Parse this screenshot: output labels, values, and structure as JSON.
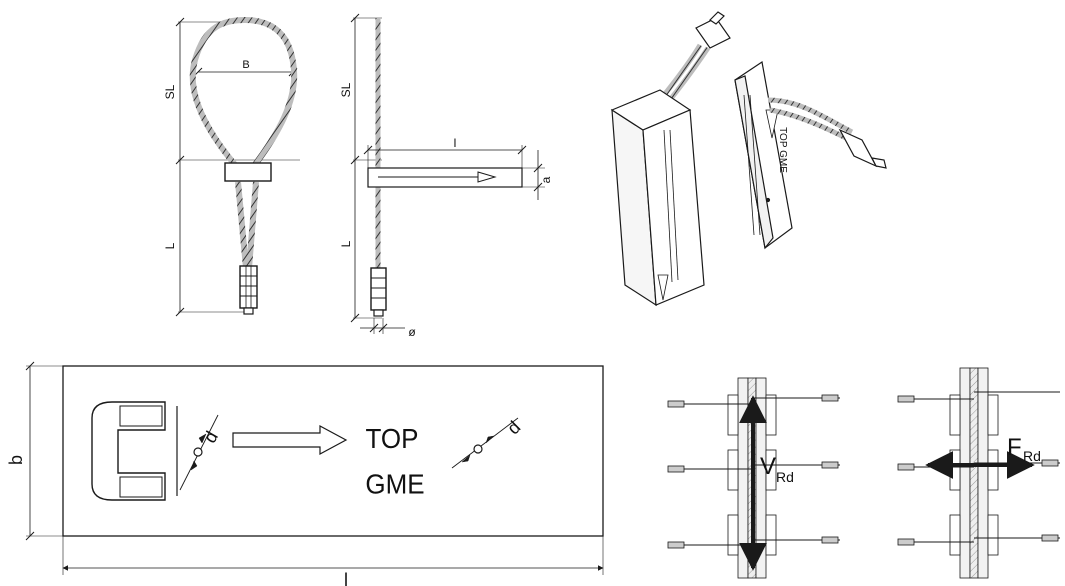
{
  "labels": {
    "B": "B",
    "SL": "SL",
    "L": "L",
    "SL_side": "SL",
    "L_side": "L",
    "l_small": "l",
    "a": "a",
    "phi": "ø",
    "b": "b",
    "d1": "d",
    "d2": "d",
    "top": "TOP",
    "gme": "GME",
    "l_big": "l",
    "v_main": "V",
    "v_sub": "Rd",
    "f_main": "F",
    "f_sub": "Rd",
    "iso_box_text": "TOP GME"
  },
  "colors": {
    "line": "#1a1a1a",
    "gray": "#777777",
    "light": "#d9d9d9",
    "white": "#ffffff"
  }
}
